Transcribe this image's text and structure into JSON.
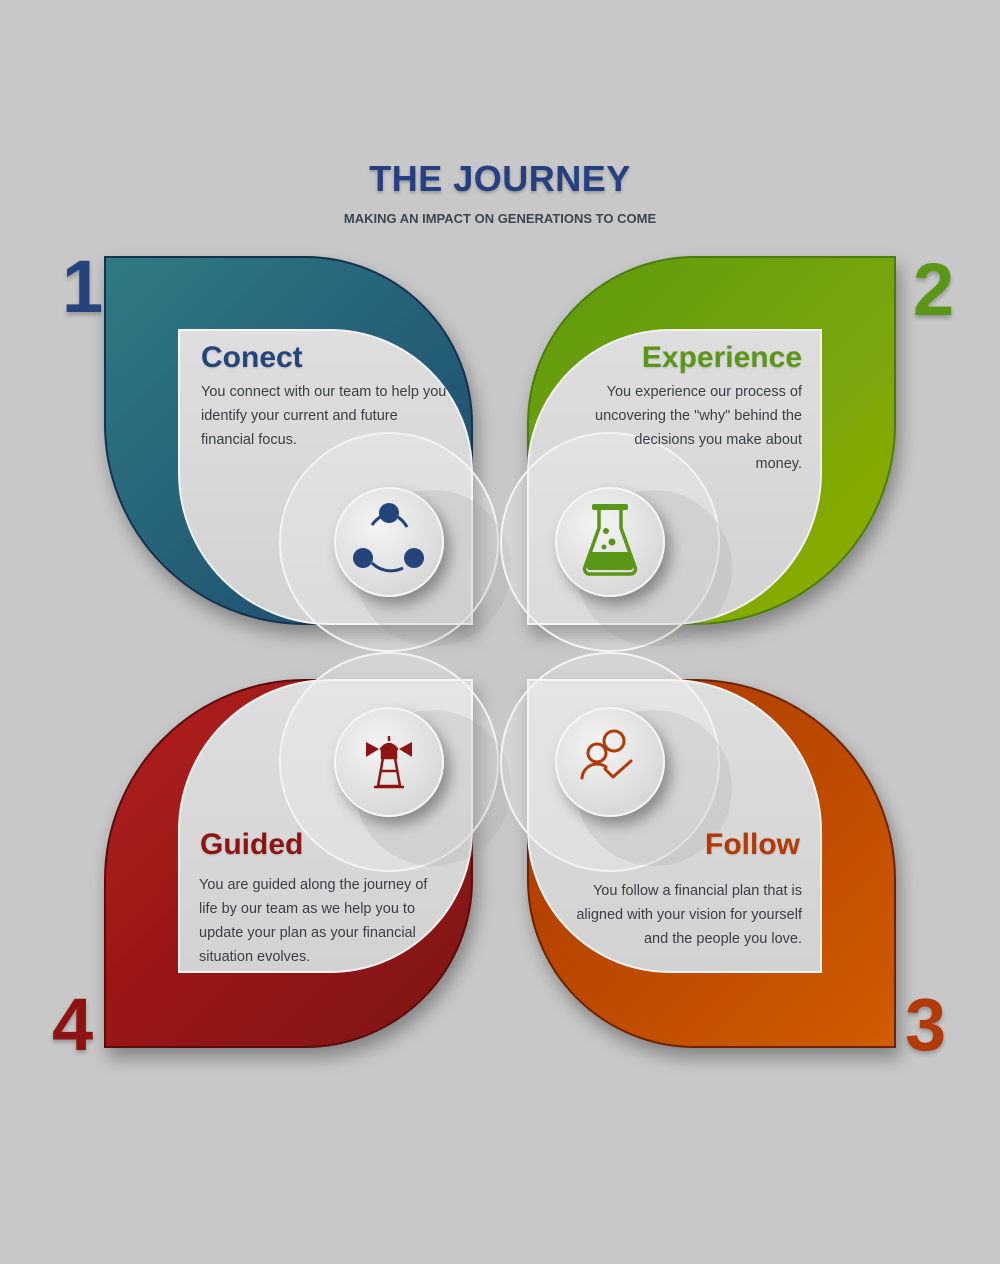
{
  "header": {
    "title": "THE JOURNEY",
    "subtitle": "MAKING AN IMPACT ON GENERATIONS TO COME"
  },
  "colors": {
    "title": "#253f80",
    "connect": "#24447a",
    "connect_gradient": [
      "#2e7a82",
      "#1f4b6e"
    ],
    "experience": "#5a9617",
    "experience_gradient": [
      "#5a9617",
      "#8fae00"
    ],
    "follow": "#b23a06",
    "follow_gradient": [
      "#b23a06",
      "#cd5a00"
    ],
    "guided": "#8e1414",
    "guided_gradient": [
      "#b01e1e",
      "#7e1010"
    ]
  },
  "steps": [
    {
      "number": "1",
      "title": "Conect",
      "text": "You connect with our team to help you identify your current and future financial focus.",
      "icon": "network-cycle-icon"
    },
    {
      "number": "2",
      "title": "Experience",
      "text": "You experience our process of uncovering the \"why\" behind the decisions you make about money.",
      "icon": "flask-icon"
    },
    {
      "number": "3",
      "title": "Follow",
      "text": "You follow a financial plan that is aligned with your vision for yourself and the people you love.",
      "icon": "user-check-icon"
    },
    {
      "number": "4",
      "title": "Guided",
      "text": "You are guided along the journey of life by our team as we help you to update your plan as your financial situation evolves.",
      "icon": "lighthouse-icon"
    }
  ]
}
